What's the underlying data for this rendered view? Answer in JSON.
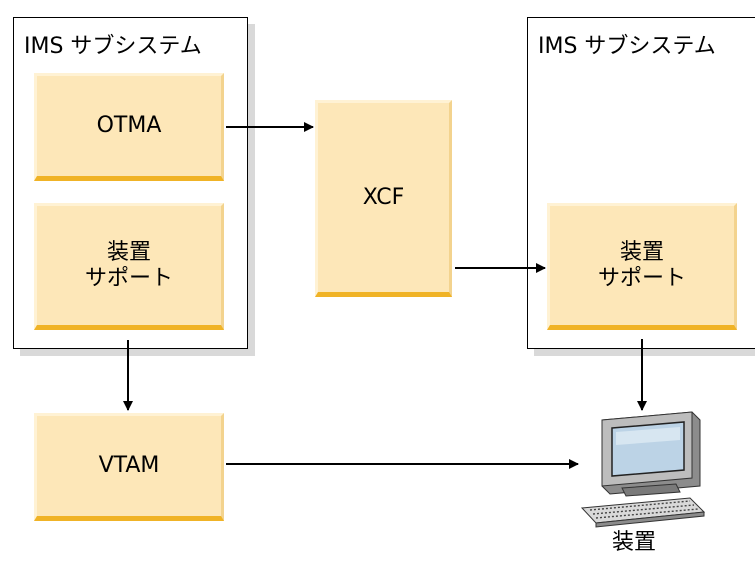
{
  "subsystems": [
    {
      "title": "IMS サブシステム"
    },
    {
      "title": "IMS サブシステム"
    }
  ],
  "components": {
    "otma": "OTMA",
    "device_support_left": "装置\nサポート",
    "xcf": "XCF",
    "device_support_right": "装置\nサポート",
    "vtam": "VTAM"
  },
  "terminal": {
    "icon": "computer-terminal-icon",
    "label": "装置"
  },
  "colors": {
    "component_fill": "#fde7b8",
    "component_bottom_border": "#f0b326",
    "subsystem_shadow": "#d9d9d9"
  }
}
